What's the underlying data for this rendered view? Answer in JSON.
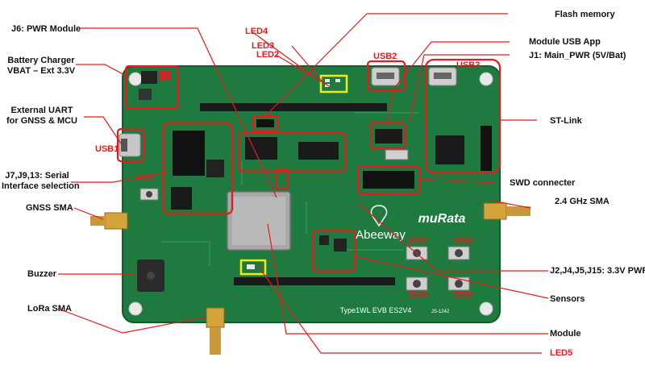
{
  "colors": {
    "pcb_green": "#1f7a3f",
    "pcb_dark": "#145c2d",
    "callout_red": "#e8191a",
    "highlight_yellow": "#f2ea17",
    "label_text": "#111111"
  },
  "board": {
    "title": "Type1WL EVB ES2V4",
    "serial": "JS-1242",
    "brand": "muRata",
    "sublogo": "Abeeway"
  },
  "labels_left": {
    "j6": "J6: PWR Module",
    "battery_line1": "Battery Charger",
    "battery_line2": "VBAT – Ext 3.3V",
    "uart_line1": "External UART",
    "uart_line2": "for GNSS & MCU",
    "usb1": "USB1",
    "serial_line1": "J7,J9,13: Serial",
    "serial_line2": "Interface selection",
    "gnss_sma": "GNSS SMA",
    "buzzer": "Buzzer",
    "lora_sma": "LoRa SMA"
  },
  "labels_top": {
    "led4": "LED4",
    "led3": "LED3",
    "led2": "LED2",
    "usb2": "USB2",
    "usb3": "USB3"
  },
  "labels_right": {
    "flash": "Flash memory",
    "module_usb": "Module USB App",
    "j1": "J1: Main_PWR (5V/Bat)",
    "stlink": "ST-Link",
    "swd": "SWD connecter",
    "ghz_sma": "2.4 GHz SMA",
    "j2": "J2,J4,J5,J15: 3.3V PWR",
    "sensors": "Sensors",
    "module": "Module"
  },
  "labels_bottom": {
    "led5": "LED5"
  },
  "switches": {
    "sw1": "SW1",
    "sw2": "SW2",
    "sw3": "SW3",
    "sw4": "SW4",
    "sw5": "SW5"
  }
}
